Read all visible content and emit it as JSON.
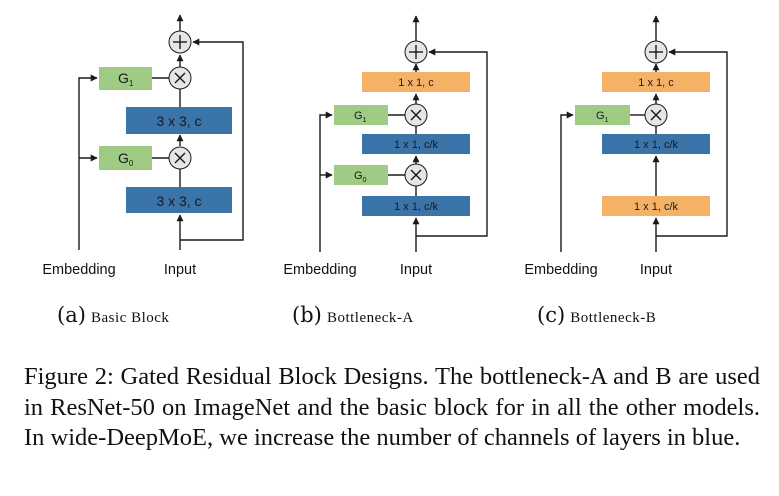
{
  "colors": {
    "blue_layer": "#3a74a8",
    "orange_layer": "#f5b266",
    "gate": "#9fcb84",
    "op_circle": "#e6e6e6",
    "line": "#1a1a1a"
  },
  "panels": [
    {
      "id": "a",
      "tag": "(a)",
      "name": "Basic Block",
      "embedding_label": "Embedding",
      "input_label": "Input",
      "gates": [
        {
          "label": "G",
          "sub": "1"
        },
        {
          "label": "G",
          "sub": "0"
        }
      ],
      "layers": [
        {
          "label": "3 x 3, c",
          "color": "blue"
        },
        {
          "label": "3 x 3, c",
          "color": "blue"
        }
      ]
    },
    {
      "id": "b",
      "tag": "(b)",
      "name": "Bottleneck-A",
      "embedding_label": "Embedding",
      "input_label": "Input",
      "gates": [
        {
          "label": "G",
          "sub": "1"
        },
        {
          "label": "G",
          "sub": "0"
        }
      ],
      "layers": [
        {
          "label": "1 x 1, c",
          "color": "orange"
        },
        {
          "label": "1 x 1, c/k",
          "color": "blue"
        },
        {
          "label": "1 x 1, c/k",
          "color": "blue"
        }
      ]
    },
    {
      "id": "c",
      "tag": "(c)",
      "name": "Bottleneck-B",
      "embedding_label": "Embedding",
      "input_label": "Input",
      "gates": [
        {
          "label": "G",
          "sub": "1"
        }
      ],
      "layers": [
        {
          "label": "1 x 1, c",
          "color": "orange"
        },
        {
          "label": "1 x 1, c/k",
          "color": "blue"
        },
        {
          "label": "1 x 1, c/k",
          "color": "orange"
        }
      ]
    }
  ],
  "caption": "Figure 2: Gated Residual Block Designs. The bottleneck-A and B are used in ResNet-50 on ImageNet and the basic block for in all the other models. In wide-DeepMoE, we increase the number of channels of layers in blue."
}
